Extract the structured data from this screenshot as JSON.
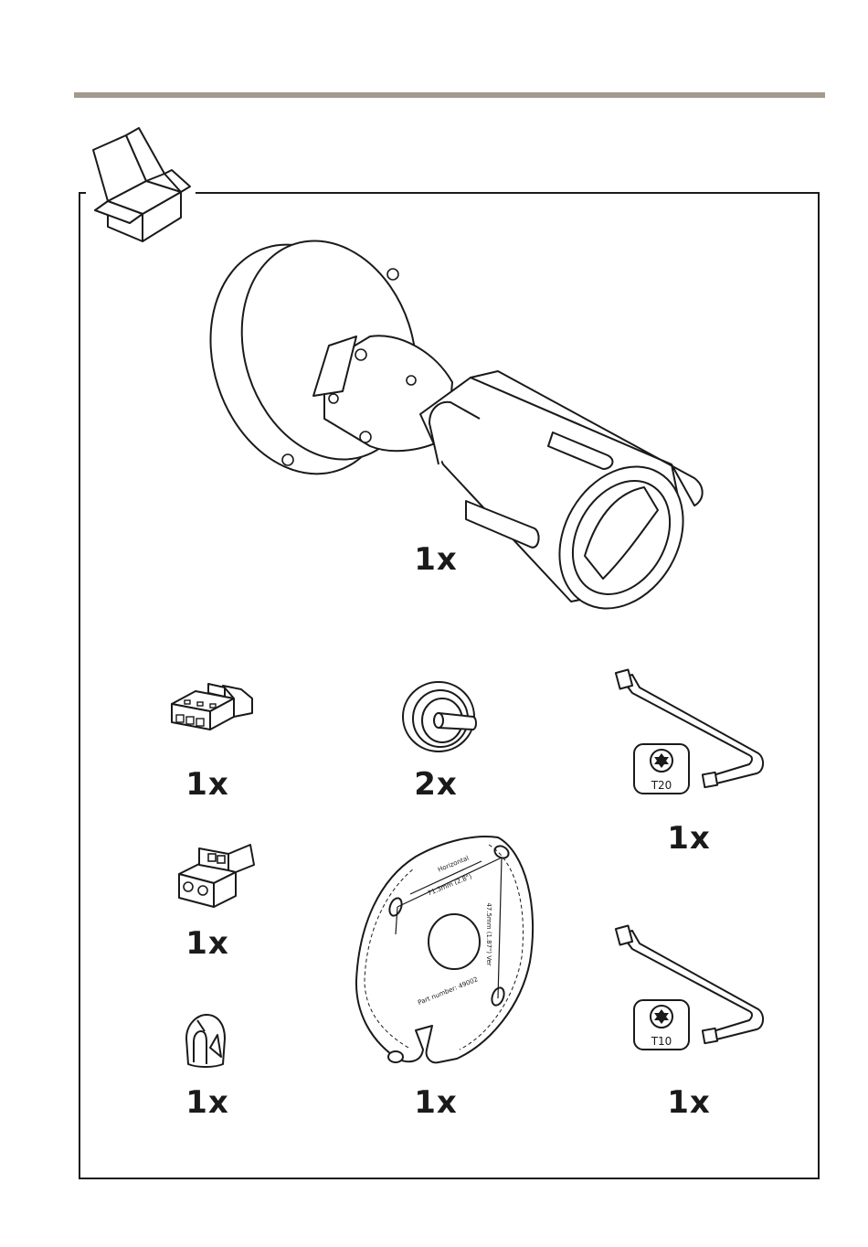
{
  "page": {
    "colors": {
      "rule": "#a3998d",
      "line": "#1a1a1a",
      "paper": "#ffffff"
    }
  },
  "package_icon": {
    "icon": "open-box-icon"
  },
  "items": [
    {
      "id": "camera",
      "icon": "bullet-camera-icon",
      "quantity": "1x"
    },
    {
      "id": "io-connector",
      "icon": "io-terminal-block-connector-icon",
      "quantity": "1x"
    },
    {
      "id": "cable-gasket",
      "icon": "cable-gasket-icon",
      "quantity": "2x"
    },
    {
      "id": "t20-key",
      "icon": "torx-key-icon",
      "label": "T20",
      "quantity": "1x"
    },
    {
      "id": "power-connector",
      "icon": "power-terminal-block-connector-icon",
      "quantity": "1x"
    },
    {
      "id": "drill-template",
      "icon": "drill-template-icon",
      "quantity": "1x",
      "template_text": {
        "horizontal": "Horizontal",
        "h_dim": "71.3mm (2.8\")",
        "v_dim": "47.5mm (1.87\") Ver",
        "part": "Part number: 49002"
      }
    },
    {
      "id": "t10-key",
      "icon": "torx-key-icon",
      "label": "T10",
      "quantity": "1x"
    },
    {
      "id": "connector-guard",
      "icon": "connector-guard-icon",
      "quantity": "1x"
    }
  ]
}
